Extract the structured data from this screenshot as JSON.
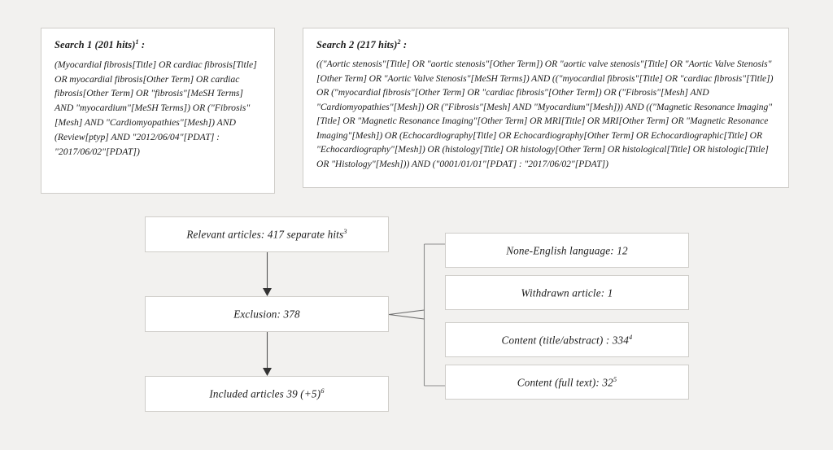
{
  "background_color": "#f2f1ef",
  "box_color": "#ffffff",
  "border_color": "#cfcdc9",
  "connector_color": "#555555",
  "searches": [
    {
      "id": "search-1",
      "title": "Search 1 (201 hits)",
      "title_superscript": "1",
      "title_suffix": " :",
      "query": "(Myocardial fibrosis[Title] OR cardiac fibrosis[Title] OR myocardial fibrosis[Other Term] OR cardiac fibrosis[Other Term] OR \"fibrosis\"[MeSH Terms] AND \"myocardium\"[MeSH Terms]) OR (\"Fibrosis\"[Mesh] AND \"Cardiomyopathies\"[Mesh]) AND (Review[ptyp] AND \"2012/06/04\"[PDAT] : \"2017/06/02\"[PDAT])"
    },
    {
      "id": "search-2",
      "title": "Search 2 (217 hits)",
      "title_superscript": "2",
      "title_suffix": " :",
      "query": "((\"Aortic stenosis\"[Title] OR \"aortic stenosis\"[Other Term]) OR \"aortic valve stenosis\"[Title] OR \"Aortic Valve Stenosis\"[Other Term] OR \"Aortic Valve Stenosis\"[MeSH Terms]) AND ((\"myocardial fibrosis\"[Title] OR \"cardiac fibrosis\"[Title]) OR (\"myocardial fibrosis\"[Other Term] OR \"cardiac fibrosis\"[Other Term]) OR (\"Fibrosis\"[Mesh] AND \"Cardiomyopathies\"[Mesh]) OR (\"Fibrosis\"[Mesh] AND \"Myocardium\"[Mesh])) AND ((\"Magnetic Resonance Imaging\"[Title] OR \"Magnetic Resonance Imaging\"[Other Term] OR MRI[Title] OR MRI[Other Term] OR \"Magnetic Resonance Imaging\"[Mesh]) OR (Echocardiography[Title] OR Echocardiography[Other Term] OR Echocardiographic[Title] OR \"Echocardiography\"[Mesh]) OR (histology[Title] OR histology[Other Term] OR histological[Title] OR histologic[Title] OR \"Histology\"[Mesh])) AND (\"0001/01/01\"[PDAT] : \"2017/06/02\"[PDAT])"
    }
  ],
  "flow": {
    "main_steps": [
      {
        "id": "relevant",
        "label": "Relevant articles: 417 separate hits",
        "superscript": "3"
      },
      {
        "id": "exclusion",
        "label": "Exclusion: 378",
        "superscript": ""
      },
      {
        "id": "included",
        "label": "Included articles 39 (+5)",
        "superscript": "6"
      }
    ],
    "exclusion_reasons": [
      {
        "id": "none-english",
        "label": "None-English language: 12",
        "superscript": ""
      },
      {
        "id": "withdrawn",
        "label": "Withdrawn article: 1",
        "superscript": ""
      },
      {
        "id": "title-abstract",
        "label": "Content (title/abstract) : 334",
        "superscript": "4"
      },
      {
        "id": "full-text",
        "label": "Content (full text): 32",
        "superscript": "5"
      }
    ]
  }
}
